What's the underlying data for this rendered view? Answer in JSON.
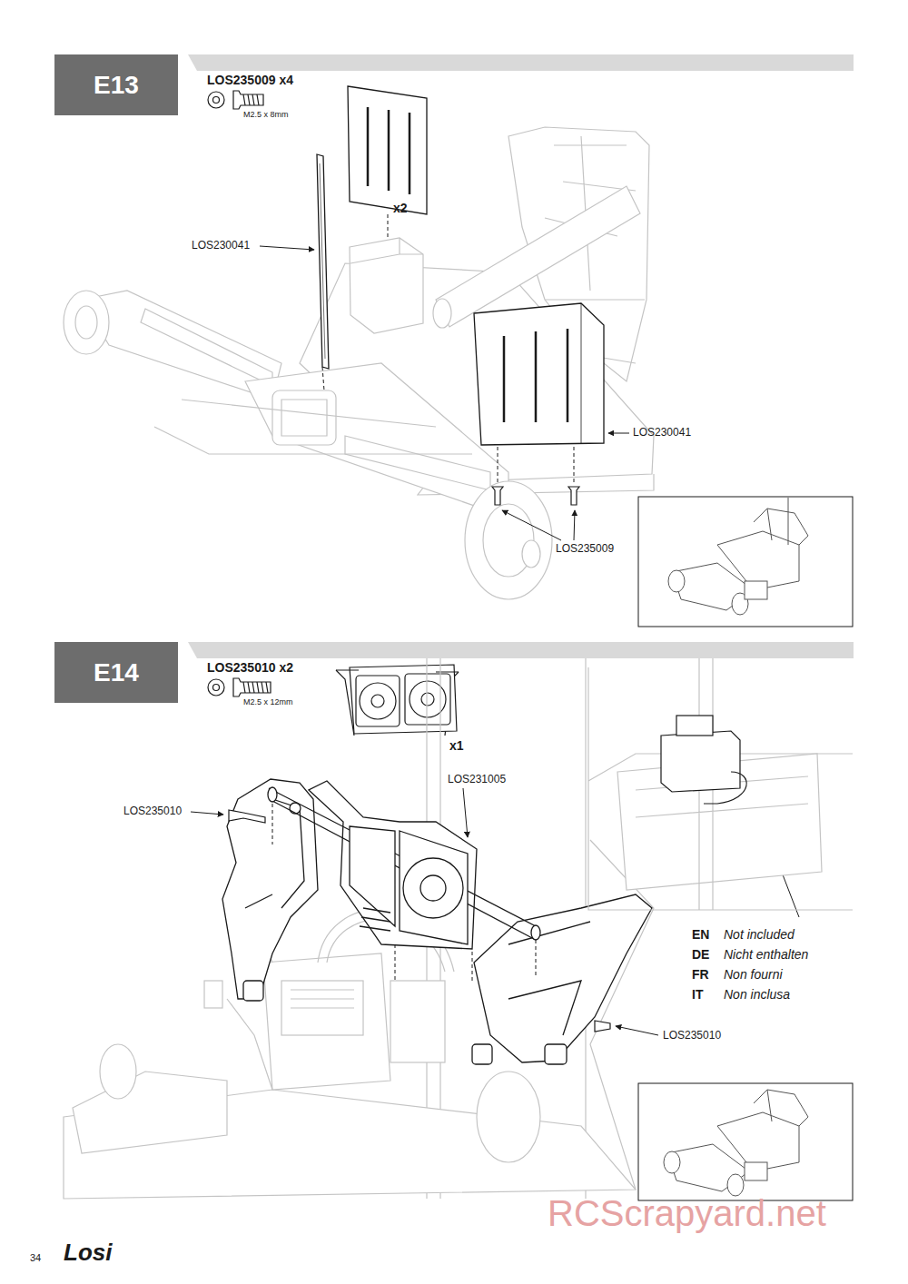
{
  "diagram": {
    "nodes": [
      {
        "text": [
          "E13"
        ]
      },
      {
        "text": [
          "E14"
        ]
      }
    ],
    "labels": [
      "LOS235009 x4",
      "M2.5 x 8mm",
      "x2",
      "LOS230041",
      "LOS230041",
      "LOS235009",
      "LOS235010 x2",
      "M2.5 x 12mm",
      "x1",
      "LOS235010",
      "LOS231005",
      "EN",
      "Not included",
      "DE",
      "Nicht enthalten",
      "FR",
      "Non fourni",
      "IT",
      "Non inclusa",
      "LOS235010",
      "RCScrapyard.net",
      "34",
      "Losi"
    ]
  }
}
